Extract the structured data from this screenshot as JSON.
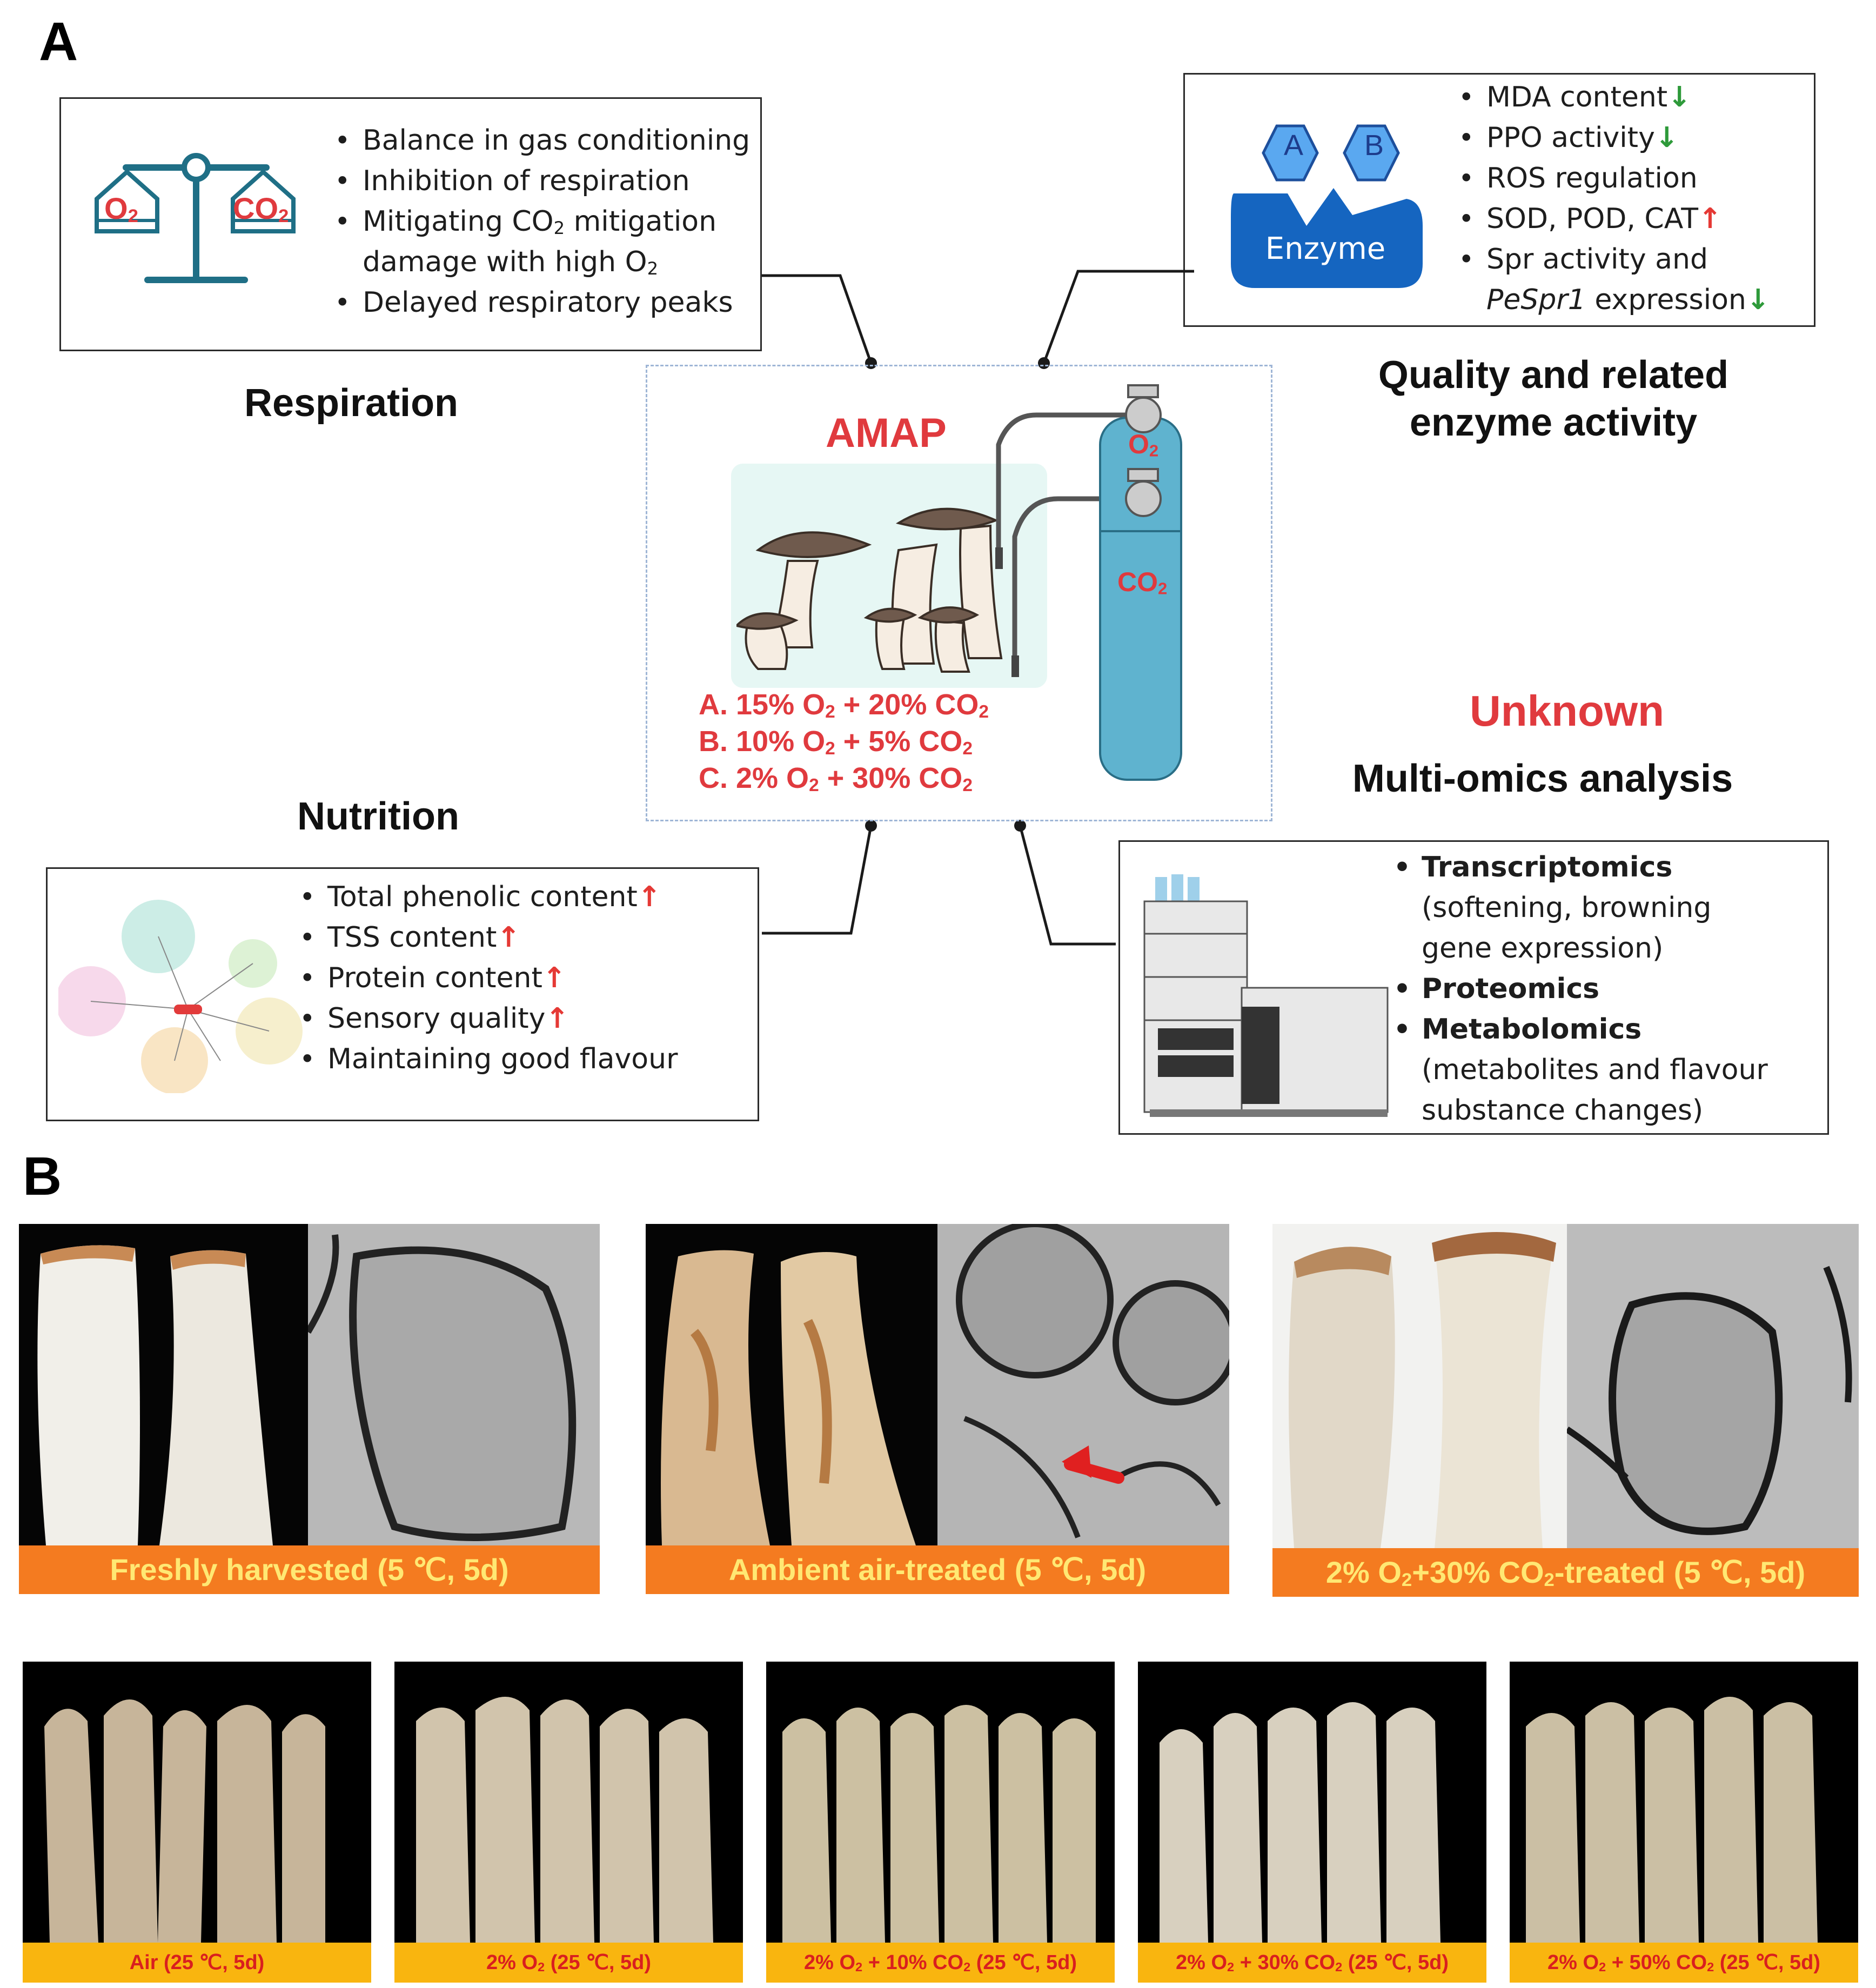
{
  "panel_labels": {
    "a": "A",
    "b": "B"
  },
  "respiration": {
    "heading": "Respiration",
    "balance_o2": "O2",
    "balance_co2": "CO2",
    "items": [
      "Balance in gas conditioning",
      "Inhibition of respiration",
      "Mitigating CO2 mitigation",
      "damage with high O2",
      "Delayed respiratory peaks"
    ]
  },
  "quality": {
    "heading_line1": "Quality  and related",
    "heading_line2": "enzyme activity",
    "enzyme_label": "Enzyme",
    "hex_a": "A",
    "hex_b": "B",
    "items": [
      {
        "text": "MDA content",
        "arrow": "↓"
      },
      {
        "text": "PPO activity",
        "arrow": "↓"
      },
      {
        "text": "ROS regulation",
        "arrow": ""
      },
      {
        "text": "SOD, POD, CAT",
        "arrow": "↑"
      },
      {
        "text": "Spr activity and",
        "arrow": ""
      },
      {
        "text_italic": "PeSpr1",
        "text": " expression",
        "arrow": "↓"
      }
    ]
  },
  "center": {
    "title": "AMAP",
    "o2_label": "O2",
    "co2_label": "CO2",
    "conditions": [
      "A. 15% O2 + 20% CO2",
      "B. 10% O2 + 5% CO2",
      "C. 2% O2 + 30% CO2"
    ]
  },
  "nutrition": {
    "heading": "Nutrition",
    "items": [
      {
        "text": "Total phenolic content",
        "arrow": "↑"
      },
      {
        "text": "TSS content",
        "arrow": "↑"
      },
      {
        "text": "Protein content",
        "arrow": "↑"
      },
      {
        "text": "Sensory quality",
        "arrow": "↑"
      },
      {
        "text": "Maintaining good flavour",
        "arrow": ""
      }
    ]
  },
  "omics": {
    "unknown_label": "Unknown",
    "heading": "Multi-omics analysis",
    "items": [
      {
        "text": "Transcriptomics",
        "bold": true,
        "bullet": true
      },
      {
        "text": "(softening, browning",
        "bold": false,
        "bullet": false
      },
      {
        "text": "gene expression)",
        "bold": false,
        "bullet": false
      },
      {
        "text": "Proteomics",
        "bold": true,
        "bullet": true
      },
      {
        "text": "Metabolomics",
        "bold": true,
        "bullet": true
      },
      {
        "text": "(metabolites and flavour",
        "bold": false,
        "bullet": false
      },
      {
        "text": "substance changes)",
        "bold": false,
        "bullet": false
      }
    ]
  },
  "panel_b": {
    "top_captions": [
      "Freshly harvested (5 ℃, 5d)",
      "Ambient air-treated (5 ℃, 5d)",
      "2% O2+30% CO2-treated (5 ℃, 5d)"
    ],
    "bottom_captions": [
      "Air (25 ℃, 5d)",
      "2% O2 (25 ℃, 5d)",
      "2% O2 + 10% CO2 (25 ℃, 5d)",
      "2% O2 + 30% CO2 (25 ℃, 5d)",
      "2% O2 + 50% CO2 (25 ℃, 5d)"
    ]
  },
  "colors": {
    "accent_red": "#e03a3e",
    "up_arrow": "#e53935",
    "down_arrow": "#2e9a3a",
    "enzyme_blue": "#1565c0",
    "cylinder": "#5fb3cf",
    "caption_orange": "#f47b20",
    "caption_yellow": "#f9b50f"
  }
}
